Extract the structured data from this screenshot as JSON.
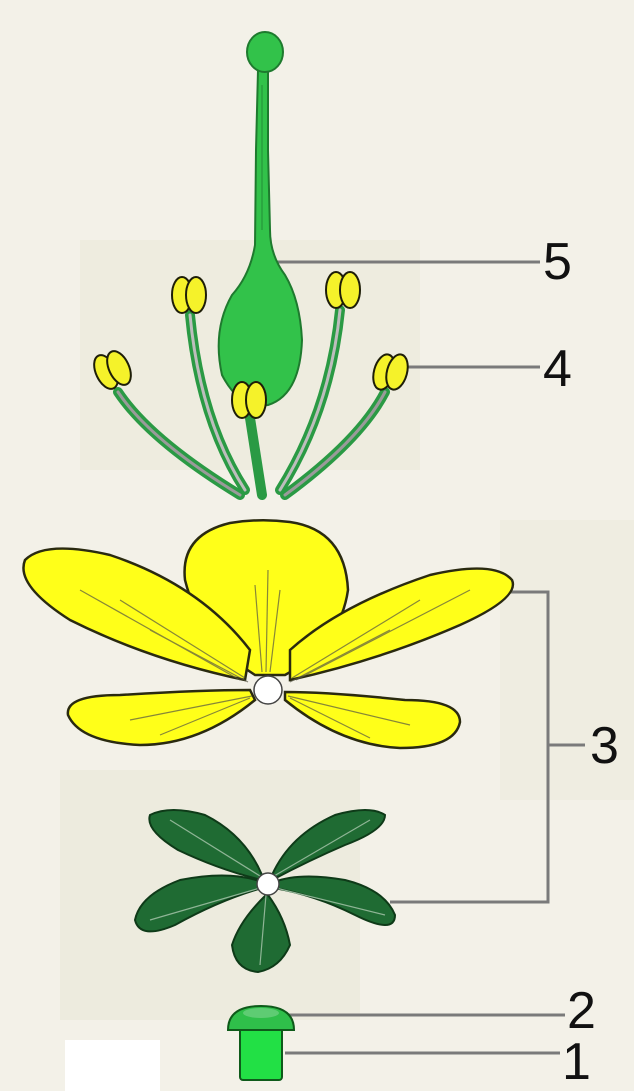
{
  "labels": [
    {
      "id": "1",
      "text": "1",
      "part": "receptacle"
    },
    {
      "id": "2",
      "text": "2",
      "part": "receptacle-top"
    },
    {
      "id": "3",
      "text": "3",
      "part": "perianth"
    },
    {
      "id": "4",
      "text": "4",
      "part": "stamens"
    },
    {
      "id": "5",
      "text": "5",
      "part": "pistil"
    }
  ],
  "colors": {
    "petal_yellow": "#ffff19",
    "sepal_green": "#1f6b33",
    "pistil_green": "#32c24a",
    "stamen_green": "#2a9a44",
    "anther_yellow": "#f5f22a",
    "receptacle_green": "#22e045",
    "leader_line": "#7a7a7a",
    "outline": "#2a2a10"
  }
}
